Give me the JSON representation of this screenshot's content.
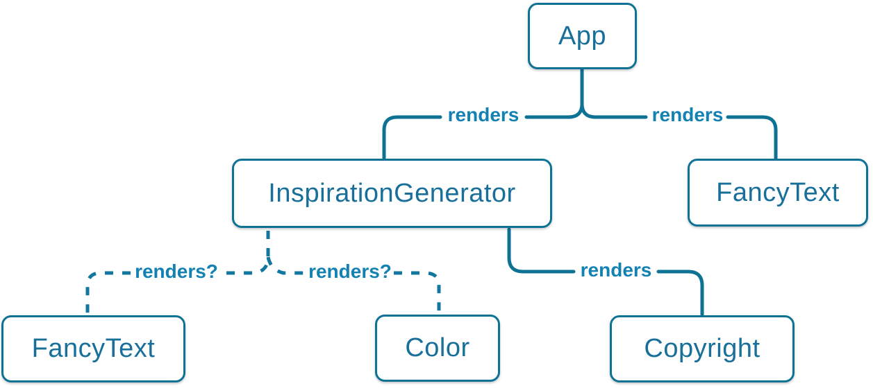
{
  "diagram": {
    "type": "tree",
    "colors": {
      "solid_edge": "#0e7294",
      "dashed_edge": "#11779f",
      "edge_label_text": "#1382b2",
      "node_border": "#0e7294",
      "node_text": "#176f9a",
      "node_fill": "#ffffff",
      "background": "#ffffff"
    },
    "nodes": [
      {
        "id": "app",
        "label": "App"
      },
      {
        "id": "inspiration-generator",
        "label": "InspirationGenerator"
      },
      {
        "id": "fancy-text-child",
        "label": "FancyText"
      },
      {
        "id": "fancy-text-grandchild",
        "label": "FancyText"
      },
      {
        "id": "color",
        "label": "Color"
      },
      {
        "id": "copyright",
        "label": "Copyright"
      }
    ],
    "edges": [
      {
        "from": "App",
        "to": "InspirationGenerator",
        "label": "renders",
        "style": "solid"
      },
      {
        "from": "App",
        "to": "FancyText",
        "label": "renders",
        "style": "solid"
      },
      {
        "from": "InspirationGenerator",
        "to": "FancyText",
        "label": "renders?",
        "style": "dashed"
      },
      {
        "from": "InspirationGenerator",
        "to": "Color",
        "label": "renders?",
        "style": "dashed"
      },
      {
        "from": "InspirationGenerator",
        "to": "Copyright",
        "label": "renders",
        "style": "solid"
      }
    ]
  }
}
